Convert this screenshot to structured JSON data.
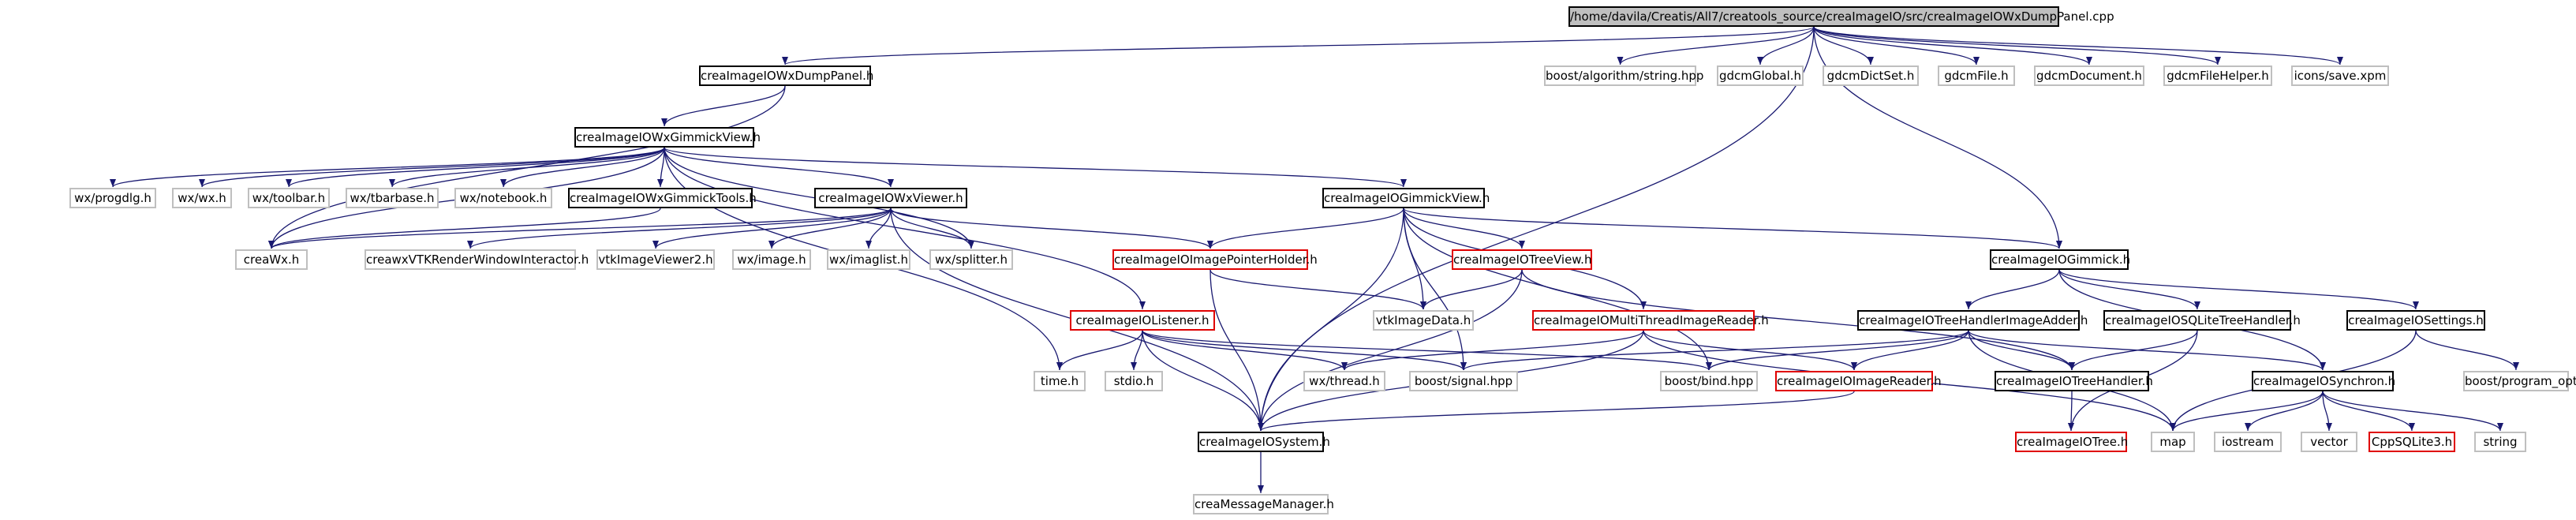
{
  "colors": {
    "edge": "#191970",
    "doc_border": "#000000",
    "red_border": "#e00000",
    "lib_border": "#bfbfbf",
    "root_fill": "#bfbfbf"
  },
  "nodes": [
    {
      "id": "root",
      "label": "/home/davila/Creatis/All7/creatools_source/creaImageIO/src/creaImageIOWxDumpPanel.cpp",
      "kind": "root"
    },
    {
      "id": "dumpPanel",
      "label": "creaImageIOWxDumpPanel.h",
      "kind": "doc"
    },
    {
      "id": "boostString",
      "label": "boost/algorithm/string.hpp",
      "kind": "lib"
    },
    {
      "id": "gdcmGlobal",
      "label": "gdcmGlobal.h",
      "kind": "lib"
    },
    {
      "id": "gdcmDictSet",
      "label": "gdcmDictSet.h",
      "kind": "lib"
    },
    {
      "id": "gdcmFile",
      "label": "gdcmFile.h",
      "kind": "lib"
    },
    {
      "id": "gdcmDocument",
      "label": "gdcmDocument.h",
      "kind": "lib"
    },
    {
      "id": "gdcmFileHelper",
      "label": "gdcmFileHelper.h",
      "kind": "lib"
    },
    {
      "id": "saveXpm",
      "label": "icons/save.xpm",
      "kind": "lib"
    },
    {
      "id": "wxGimmickView",
      "label": "creaImageIOWxGimmickView.h",
      "kind": "doc"
    },
    {
      "id": "wxProgdlg",
      "label": "wx/progdlg.h",
      "kind": "lib"
    },
    {
      "id": "wxWx",
      "label": "wx/wx.h",
      "kind": "lib"
    },
    {
      "id": "wxToolbar",
      "label": "wx/toolbar.h",
      "kind": "lib"
    },
    {
      "id": "wxTbarbase",
      "label": "wx/tbarbase.h",
      "kind": "lib"
    },
    {
      "id": "wxNotebook",
      "label": "wx/notebook.h",
      "kind": "lib"
    },
    {
      "id": "wxGimmickTools",
      "label": "creaImageIOWxGimmickTools.h",
      "kind": "doc"
    },
    {
      "id": "wxViewer",
      "label": "creaImageIOWxViewer.h",
      "kind": "doc"
    },
    {
      "id": "gimmickView",
      "label": "creaImageIOGimmickView.h",
      "kind": "doc"
    },
    {
      "id": "creaWx",
      "label": "creaWx.h",
      "kind": "lib"
    },
    {
      "id": "vtkInteractor",
      "label": "creawxVTKRenderWindowInteractor.h",
      "kind": "lib"
    },
    {
      "id": "vtkViewer2",
      "label": "vtkImageViewer2.h",
      "kind": "lib"
    },
    {
      "id": "wxImage",
      "label": "wx/image.h",
      "kind": "lib"
    },
    {
      "id": "wxImaglist",
      "label": "wx/imaglist.h",
      "kind": "lib"
    },
    {
      "id": "wxSplitter",
      "label": "wx/splitter.h",
      "kind": "lib"
    },
    {
      "id": "imagePointerHolder",
      "label": "creaImageIOImagePointerHolder.h",
      "kind": "red"
    },
    {
      "id": "treeView",
      "label": "creaImageIOTreeView.h",
      "kind": "red"
    },
    {
      "id": "gimmick",
      "label": "creaImageIOGimmick.h",
      "kind": "doc"
    },
    {
      "id": "listener",
      "label": "creaImageIOListener.h",
      "kind": "red"
    },
    {
      "id": "vtkImageData",
      "label": "vtkImageData.h",
      "kind": "lib"
    },
    {
      "id": "multiThread",
      "label": "creaImageIOMultiThreadImageReader.h",
      "kind": "red"
    },
    {
      "id": "treeHandlerAdder",
      "label": "creaImageIOTreeHandlerImageAdder.h",
      "kind": "doc"
    },
    {
      "id": "sqliteTree",
      "label": "creaImageIOSQLiteTreeHandler.h",
      "kind": "doc"
    },
    {
      "id": "settings",
      "label": "creaImageIOSettings.h",
      "kind": "doc"
    },
    {
      "id": "time",
      "label": "time.h",
      "kind": "lib"
    },
    {
      "id": "stdio",
      "label": "stdio.h",
      "kind": "lib"
    },
    {
      "id": "wxThread",
      "label": "wx/thread.h",
      "kind": "lib"
    },
    {
      "id": "boostSignal",
      "label": "boost/signal.hpp",
      "kind": "lib"
    },
    {
      "id": "boostBind",
      "label": "boost/bind.hpp",
      "kind": "lib"
    },
    {
      "id": "imageReader",
      "label": "creaImageIOImageReader.h",
      "kind": "red"
    },
    {
      "id": "treeHandler",
      "label": "creaImageIOTreeHandler.h",
      "kind": "doc"
    },
    {
      "id": "synchron",
      "label": "creaImageIOSynchron.h",
      "kind": "doc"
    },
    {
      "id": "programOptions",
      "label": "boost/program_options.hpp",
      "kind": "lib"
    },
    {
      "id": "system",
      "label": "creaImageIOSystem.h",
      "kind": "doc"
    },
    {
      "id": "tree",
      "label": "creaImageIOTree.h",
      "kind": "red"
    },
    {
      "id": "map",
      "label": "map",
      "kind": "lib"
    },
    {
      "id": "iostream",
      "label": "iostream",
      "kind": "lib"
    },
    {
      "id": "vector",
      "label": "vector",
      "kind": "lib"
    },
    {
      "id": "cppSqlite",
      "label": "CppSQLite3.h",
      "kind": "red"
    },
    {
      "id": "string",
      "label": "string",
      "kind": "lib"
    },
    {
      "id": "messageManager",
      "label": "creaMessageManager.h",
      "kind": "lib"
    }
  ],
  "edges": [
    [
      "root",
      "dumpPanel"
    ],
    [
      "root",
      "boostString"
    ],
    [
      "root",
      "gdcmGlobal"
    ],
    [
      "root",
      "gdcmDictSet"
    ],
    [
      "root",
      "gdcmFile"
    ],
    [
      "root",
      "gdcmDocument"
    ],
    [
      "root",
      "gdcmFileHelper"
    ],
    [
      "root",
      "saveXpm"
    ],
    [
      "root",
      "gimmick"
    ],
    [
      "root",
      "system"
    ],
    [
      "dumpPanel",
      "wxGimmickView"
    ],
    [
      "dumpPanel",
      "creaWx"
    ],
    [
      "wxGimmickView",
      "wxProgdlg"
    ],
    [
      "wxGimmickView",
      "wxWx"
    ],
    [
      "wxGimmickView",
      "wxToolbar"
    ],
    [
      "wxGimmickView",
      "wxTbarbase"
    ],
    [
      "wxGimmickView",
      "wxNotebook"
    ],
    [
      "wxGimmickView",
      "wxGimmickTools"
    ],
    [
      "wxGimmickView",
      "wxViewer"
    ],
    [
      "wxGimmickView",
      "gimmickView"
    ],
    [
      "wxGimmickView",
      "creaWx"
    ],
    [
      "wxGimmickView",
      "listener"
    ],
    [
      "wxGimmickView",
      "time"
    ],
    [
      "wxGimmickView",
      "wxSplitter"
    ],
    [
      "wxGimmickTools",
      "creaWx"
    ],
    [
      "wxViewer",
      "creaWx"
    ],
    [
      "wxViewer",
      "vtkInteractor"
    ],
    [
      "wxViewer",
      "vtkViewer2"
    ],
    [
      "wxViewer",
      "wxImage"
    ],
    [
      "wxViewer",
      "wxImaglist"
    ],
    [
      "wxViewer",
      "wxSplitter"
    ],
    [
      "wxViewer",
      "imagePointerHolder"
    ],
    [
      "wxViewer",
      "system"
    ],
    [
      "gimmickView",
      "imagePointerHolder"
    ],
    [
      "gimmickView",
      "treeView"
    ],
    [
      "gimmickView",
      "gimmick"
    ],
    [
      "gimmickView",
      "vtkImageData"
    ],
    [
      "gimmickView",
      "multiThread"
    ],
    [
      "gimmickView",
      "system"
    ],
    [
      "gimmickView",
      "boostSignal"
    ],
    [
      "gimmickView",
      "boostBind"
    ],
    [
      "imagePointerHolder",
      "vtkImageData"
    ],
    [
      "imagePointerHolder",
      "system"
    ],
    [
      "treeView",
      "vtkImageData"
    ],
    [
      "treeView",
      "treeHandler"
    ],
    [
      "treeView",
      "system"
    ],
    [
      "gimmick",
      "treeHandlerAdder"
    ],
    [
      "gimmick",
      "sqliteTree"
    ],
    [
      "gimmick",
      "settings"
    ],
    [
      "gimmick",
      "synchron"
    ],
    [
      "listener",
      "time"
    ],
    [
      "listener",
      "stdio"
    ],
    [
      "listener",
      "wxThread"
    ],
    [
      "listener",
      "boostSignal"
    ],
    [
      "listener",
      "boostBind"
    ],
    [
      "listener",
      "system"
    ],
    [
      "multiThread",
      "wxThread"
    ],
    [
      "multiThread",
      "imageReader"
    ],
    [
      "multiThread",
      "system"
    ],
    [
      "multiThread",
      "map"
    ],
    [
      "treeHandlerAdder",
      "boostSignal"
    ],
    [
      "treeHandlerAdder",
      "boostBind"
    ],
    [
      "treeHandlerAdder",
      "imageReader"
    ],
    [
      "treeHandlerAdder",
      "treeHandler"
    ],
    [
      "treeHandlerAdder",
      "synchron"
    ],
    [
      "treeHandlerAdder",
      "map"
    ],
    [
      "sqliteTree",
      "treeHandler"
    ],
    [
      "sqliteTree",
      "tree"
    ],
    [
      "settings",
      "programOptions"
    ],
    [
      "settings",
      "map"
    ],
    [
      "imageReader",
      "system"
    ],
    [
      "treeHandler",
      "tree"
    ],
    [
      "synchron",
      "map"
    ],
    [
      "synchron",
      "iostream"
    ],
    [
      "synchron",
      "vector"
    ],
    [
      "synchron",
      "cppSqlite"
    ],
    [
      "synchron",
      "string"
    ],
    [
      "system",
      "messageManager"
    ]
  ]
}
